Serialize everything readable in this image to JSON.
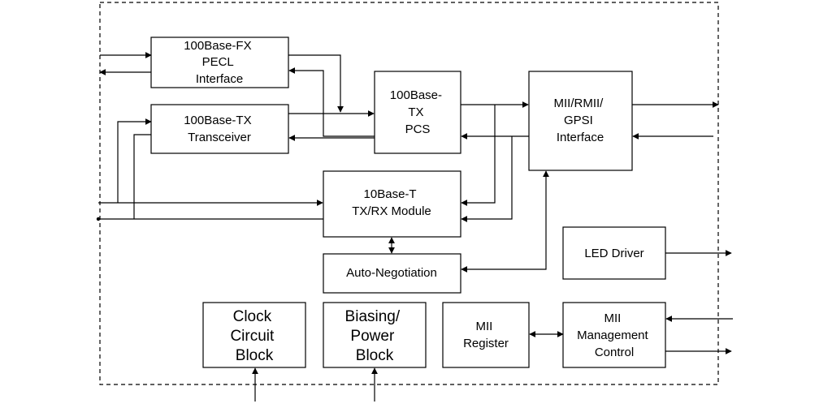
{
  "blocks": {
    "fx_pecl": [
      "100Base-FX",
      "PECL",
      "Interface"
    ],
    "tx_transceiver": [
      "100Base-TX",
      "Transceiver"
    ],
    "tx_pcs": [
      "100Base-",
      "TX",
      "PCS"
    ],
    "mii_rmii_gpsi": [
      "MII/RMII/",
      "GPSI",
      "Interface"
    ],
    "tx_rx_10base": [
      "10Base-T",
      "TX/RX Module"
    ],
    "auto_negotiation": [
      "Auto-Negotiation"
    ],
    "led_driver": [
      "LED Driver"
    ],
    "clock_circuit": [
      "Clock",
      "Circuit",
      "Block"
    ],
    "biasing_power": [
      "Biasing/",
      "Power",
      "Block"
    ],
    "mii_register": [
      "MII",
      "Register"
    ],
    "mii_management": [
      "MII",
      "Management",
      "Control"
    ]
  }
}
